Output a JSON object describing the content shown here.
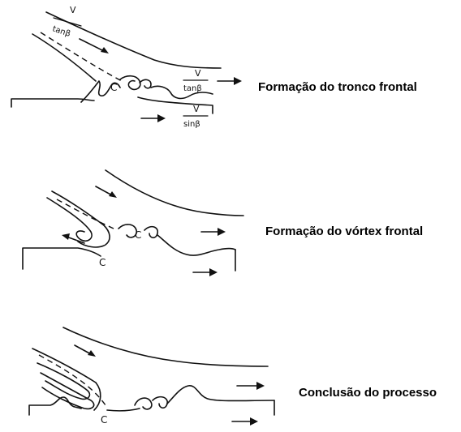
{
  "stages": [
    {
      "caption": "Formação do tronco frontal",
      "point_label": "C",
      "velocity_labels": [
        {
          "num": "V",
          "den": "tanβ"
        },
        {
          "num": "V",
          "den": "tanβ"
        },
        {
          "num": "V",
          "den": "sinβ"
        }
      ]
    },
    {
      "caption": "Formação do vórtex frontal",
      "point_labels": [
        "C",
        "C"
      ]
    },
    {
      "caption": "Conclusão do processo",
      "point_label": "C"
    }
  ]
}
